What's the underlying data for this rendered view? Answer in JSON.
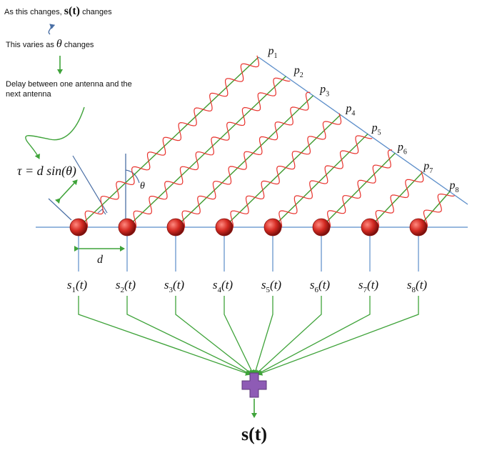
{
  "annotations": {
    "changes_prefix": "As this changes,",
    "changes_symbol": "s(t)",
    "changes_suffix": "changes",
    "varies_prefix": "This varies as",
    "varies_symbol": "θ",
    "varies_suffix": "changes",
    "delay_line1": "Delay between one antenna and the",
    "delay_line2": "next antenna"
  },
  "labels": {
    "tau_formula": "τ = d sin(θ)",
    "theta": "θ",
    "spacing": "d",
    "output": "s(t)"
  },
  "antennas": [
    {
      "signal": "s1(t)",
      "plane": "p1"
    },
    {
      "signal": "s2(t)",
      "plane": "p2"
    },
    {
      "signal": "s3(t)",
      "plane": "p3"
    },
    {
      "signal": "s4(t)",
      "plane": "p4"
    },
    {
      "signal": "s5(t)",
      "plane": "p5"
    },
    {
      "signal": "s6(t)",
      "plane": "p6"
    },
    {
      "signal": "s7(t)",
      "plane": "p7"
    },
    {
      "signal": "s8(t)",
      "plane": "p8"
    }
  ],
  "colors": {
    "wave": "#e8332d",
    "ray": "#3f9a2f",
    "axis": "#5b8dc9",
    "antenna": "#c62020",
    "arrow": "#3fa33a",
    "combiner": "#8e5bb5"
  },
  "icons": {
    "combiner": "plus-icon"
  }
}
